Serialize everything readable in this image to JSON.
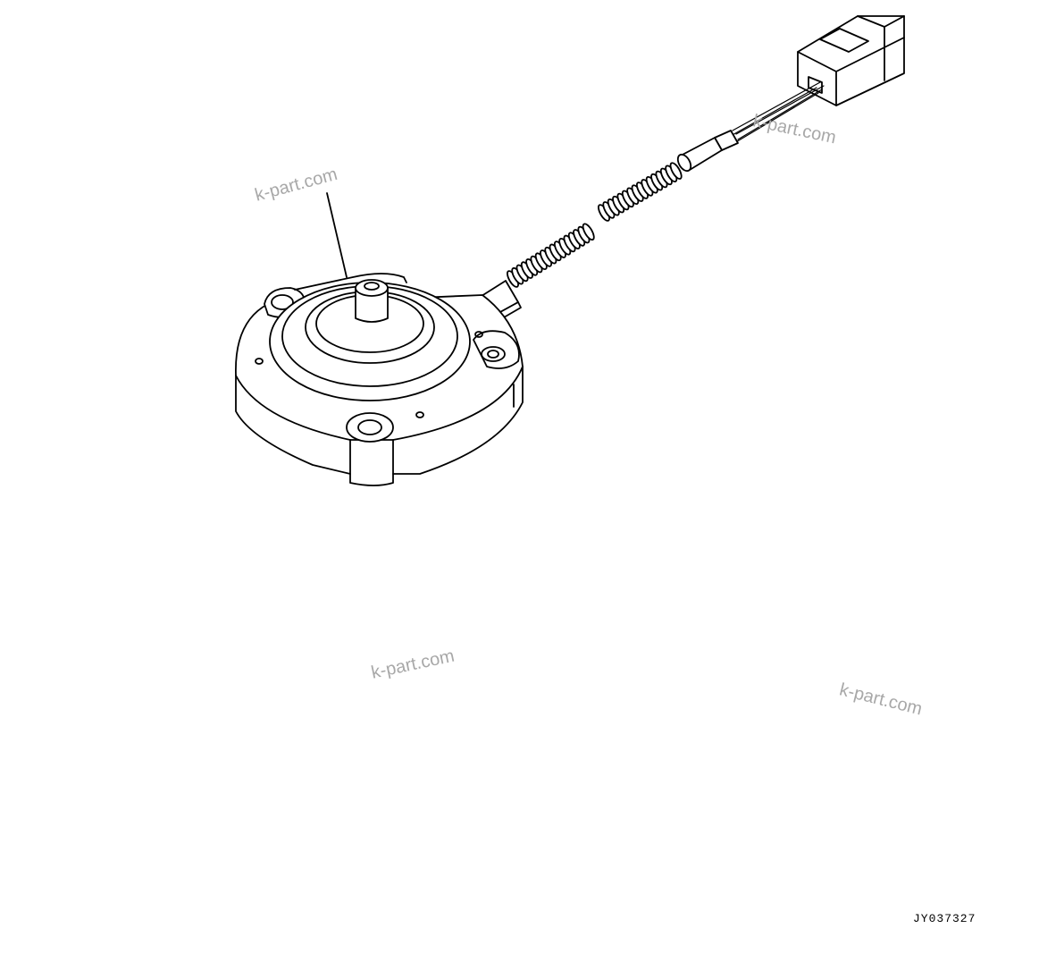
{
  "watermarks": [
    "k-part.com",
    "k-part.com",
    "k-part.com",
    "k-part.com"
  ],
  "figure_code": "JY037327",
  "colors": {
    "line": "#000000",
    "background": "#ffffff",
    "watermark": "#a8a8a8"
  }
}
